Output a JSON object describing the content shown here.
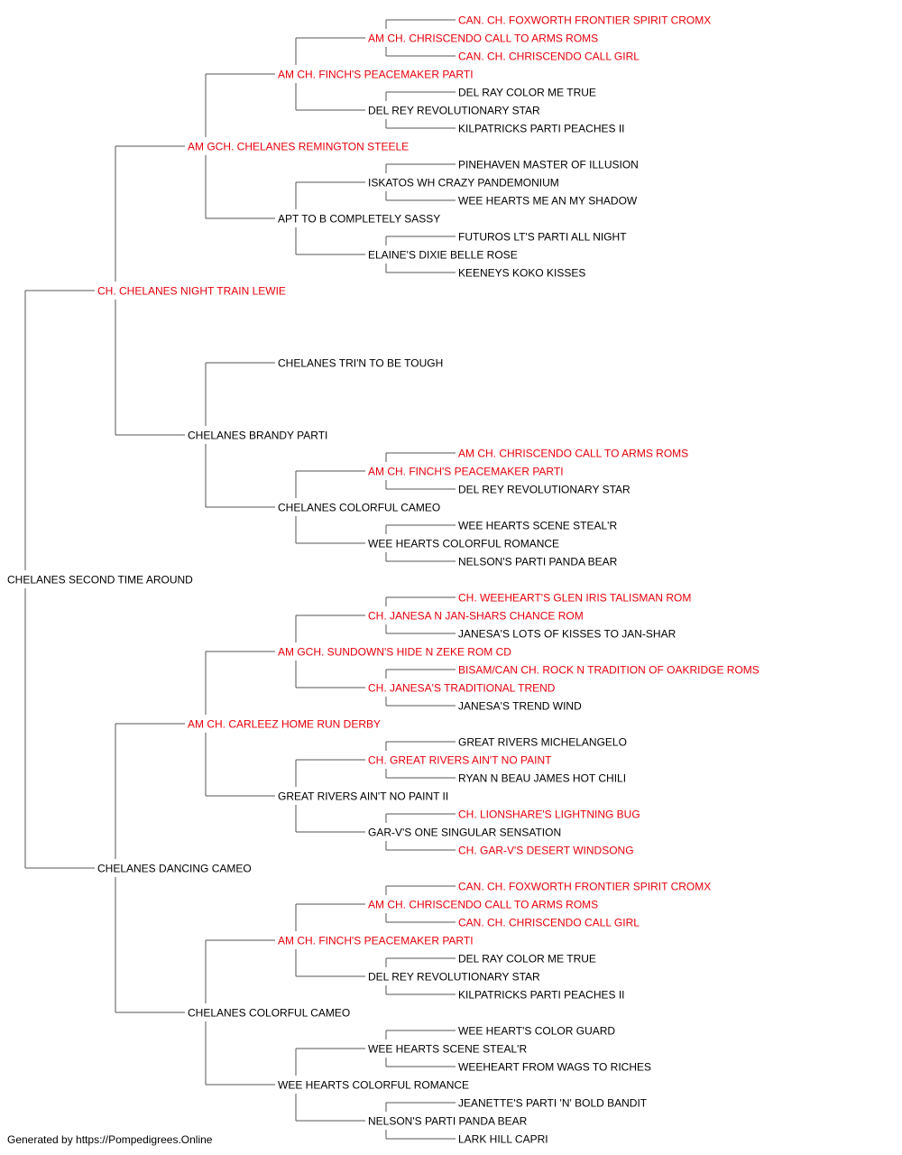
{
  "colors": {
    "champion": "#e8000b",
    "normal": "#000000",
    "line": "#555555"
  },
  "pedigree": {
    "name": "CHELANES SECOND TIME AROUND",
    "ch": false,
    "sire": {
      "name": "CH. CHELANES NIGHT TRAIN LEWIE",
      "ch": true,
      "sire": {
        "name": "AM GCH. CHELANES REMINGTON STEELE",
        "ch": true,
        "sire": {
          "name": "AM CH. FINCH'S PEACEMAKER PARTI",
          "ch": true,
          "sire": {
            "name": "AM CH. CHRISCENDO CALL TO ARMS ROMS",
            "ch": true,
            "sire": {
              "name": "CAN. CH. FOXWORTH FRONTIER SPIRIT CROMX",
              "ch": true
            },
            "dam": {
              "name": "CAN. CH. CHRISCENDO CALL GIRL",
              "ch": true
            }
          },
          "dam": {
            "name": "DEL REY REVOLUTIONARY STAR",
            "ch": false,
            "sire": {
              "name": "DEL RAY COLOR ME TRUE",
              "ch": false
            },
            "dam": {
              "name": "KILPATRICKS PARTI PEACHES II",
              "ch": false
            }
          }
        },
        "dam": {
          "name": "APT TO B COMPLETELY SASSY",
          "ch": false,
          "sire": {
            "name": "ISKATOS WH CRAZY PANDEMONIUM",
            "ch": false,
            "sire": {
              "name": "PINEHAVEN MASTER OF ILLUSION",
              "ch": false
            },
            "dam": {
              "name": "WEE HEARTS ME AN MY SHADOW",
              "ch": false
            }
          },
          "dam": {
            "name": "ELAINE'S DIXIE BELLE ROSE",
            "ch": false,
            "sire": {
              "name": "FUTUROS LT'S PARTI ALL NIGHT",
              "ch": false
            },
            "dam": {
              "name": "KEENEYS KOKO KISSES",
              "ch": false
            }
          }
        }
      },
      "dam": {
        "name": "CHELANES BRANDY PARTI",
        "ch": false,
        "sire": {
          "name": "CHELANES TRI'N TO BE TOUGH",
          "ch": false
        },
        "dam": {
          "name": "CHELANES COLORFUL CAMEO",
          "ch": false,
          "sire": {
            "name": "AM CH. FINCH'S PEACEMAKER PARTI",
            "ch": true,
            "sire": {
              "name": "AM CH. CHRISCENDO CALL TO ARMS ROMS",
              "ch": true
            },
            "dam": {
              "name": "DEL REY REVOLUTIONARY STAR",
              "ch": false
            }
          },
          "dam": {
            "name": "WEE HEARTS COLORFUL ROMANCE",
            "ch": false,
            "sire": {
              "name": "WEE HEARTS SCENE STEAL'R",
              "ch": false
            },
            "dam": {
              "name": "NELSON'S PARTI PANDA BEAR",
              "ch": false
            }
          }
        }
      }
    },
    "dam": {
      "name": "CHELANES DANCING CAMEO",
      "ch": false,
      "sire": {
        "name": "AM CH. CARLEEZ HOME RUN DERBY",
        "ch": true,
        "sire": {
          "name": "AM GCH. SUNDOWN'S HIDE N ZEKE ROM CD",
          "ch": true,
          "sire": {
            "name": "CH. JANESA N JAN-SHARS CHANCE ROM",
            "ch": true,
            "sire": {
              "name": "CH. WEEHEART'S GLEN IRIS TALISMAN ROM",
              "ch": true
            },
            "dam": {
              "name": "JANESA'S LOTS OF KISSES TO JAN-SHAR",
              "ch": false
            }
          },
          "dam": {
            "name": "CH. JANESA'S TRADITIONAL TREND",
            "ch": true,
            "sire": {
              "name": "BISAM/CAN CH. ROCK N TRADITION OF OAKRIDGE ROMS",
              "ch": true
            },
            "dam": {
              "name": "JANESA'S TREND WIND",
              "ch": false
            }
          }
        },
        "dam": {
          "name": "GREAT RIVERS AIN'T NO PAINT II",
          "ch": false,
          "sire": {
            "name": "CH. GREAT RIVERS AIN'T NO PAINT",
            "ch": true,
            "sire": {
              "name": "GREAT RIVERS MICHELANGELO",
              "ch": false
            },
            "dam": {
              "name": "RYAN N BEAU JAMES HOT CHILI",
              "ch": false
            }
          },
          "dam": {
            "name": "GAR-V'S ONE SINGULAR SENSATION",
            "ch": false,
            "sire": {
              "name": "CH. LIONSHARE'S LIGHTNING BUG",
              "ch": true
            },
            "dam": {
              "name": "CH. GAR-V'S DESERT WINDSONG",
              "ch": true
            }
          }
        }
      },
      "dam": {
        "name": "CHELANES COLORFUL CAMEO",
        "ch": false,
        "sire": {
          "name": "AM CH. FINCH'S PEACEMAKER PARTI",
          "ch": true,
          "sire": {
            "name": "AM CH. CHRISCENDO CALL TO ARMS ROMS",
            "ch": true,
            "sire": {
              "name": "CAN. CH. FOXWORTH FRONTIER SPIRIT CROMX",
              "ch": true
            },
            "dam": {
              "name": "CAN. CH. CHRISCENDO CALL GIRL",
              "ch": true
            }
          },
          "dam": {
            "name": "DEL REY REVOLUTIONARY STAR",
            "ch": false,
            "sire": {
              "name": "DEL RAY COLOR ME TRUE",
              "ch": false
            },
            "dam": {
              "name": "KILPATRICKS PARTI PEACHES II",
              "ch": false
            }
          }
        },
        "dam": {
          "name": "WEE HEARTS COLORFUL ROMANCE",
          "ch": false,
          "sire": {
            "name": "WEE HEARTS SCENE STEAL'R",
            "ch": false,
            "sire": {
              "name": "WEE HEART'S COLOR GUARD",
              "ch": false
            },
            "dam": {
              "name": "WEEHEART FROM WAGS TO RICHES",
              "ch": false
            }
          },
          "dam": {
            "name": "NELSON'S PARTI PANDA BEAR",
            "ch": false,
            "sire": {
              "name": "JEANETTE'S PARTI 'N' BOLD BANDIT",
              "ch": false
            },
            "dam": {
              "name": "LARK HILL CAPRI",
              "ch": false
            }
          }
        }
      }
    }
  },
  "footer": {
    "text": "Generated by https://Pompedigrees.Online"
  }
}
